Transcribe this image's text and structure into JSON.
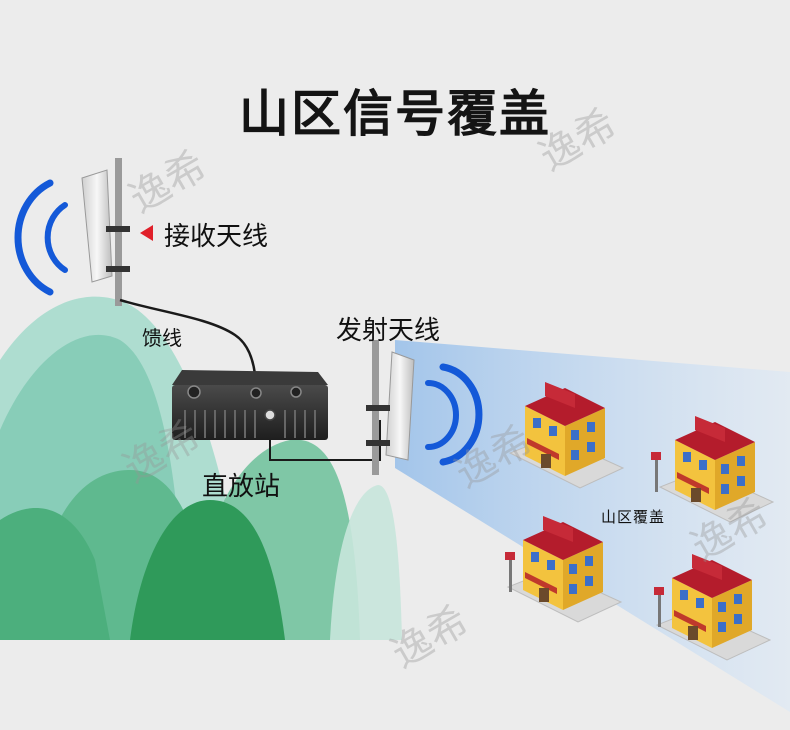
{
  "title": "山区信号覆盖",
  "labels": {
    "receive_antenna": "接收天线",
    "feeder": "馈线",
    "transmit_antenna": "发射天线",
    "repeater": "直放站",
    "coverage": "山区覆盖"
  },
  "watermark": "逸希",
  "colors": {
    "background": "#ececec",
    "signal_wave": "#1459d8",
    "mountain_light": "#8fd3c4",
    "mountain_dark": "#2f9a5a",
    "coverage_beam": "#b7d3ef",
    "arrow": "#e0202a",
    "building_wall": "#f3c33e",
    "building_roof": "#b41c2c"
  }
}
